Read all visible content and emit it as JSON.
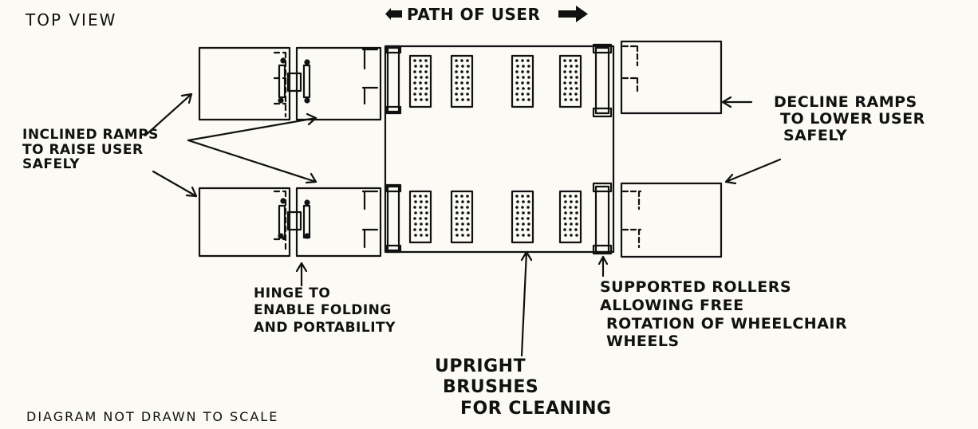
{
  "title": "TOP VIEW",
  "path_label": "PATH OF USER",
  "footer_note": "DIAGRAM NOT DRAWN TO SCALE",
  "labels": {
    "inclined_ramps": [
      "INCLINED RAMPS",
      "TO RAISE USER",
      "SAFELY"
    ],
    "decline_ramps": [
      "DECLINE RAMPS",
      "TO LOWER USER",
      "SAFELY"
    ],
    "hinge": [
      "HINGE TO",
      "ENABLE FOLDING",
      "AND PORTABILITY"
    ],
    "brushes": [
      "UPRIGHT",
      "BRUSHES",
      "FOR CLEANING"
    ],
    "rollers": [
      "SUPPORTED ROLLERS",
      "ALLOWING FREE",
      "ROTATION OF WHEELCHAIR",
      "WHEELS"
    ]
  },
  "colors": {
    "ink": "#111111",
    "paper": "#fbfaf4"
  }
}
